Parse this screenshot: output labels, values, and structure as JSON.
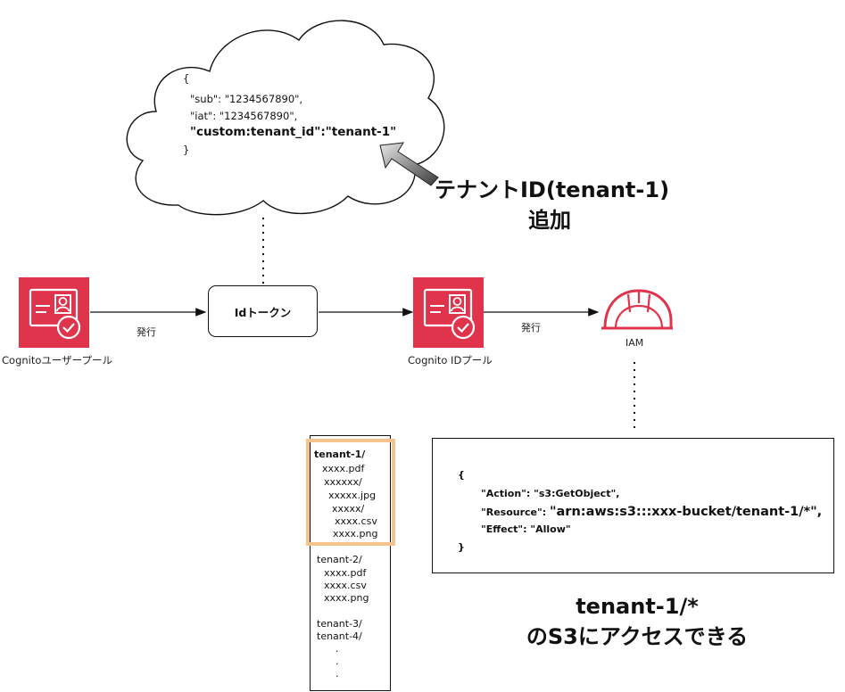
{
  "token_json": {
    "open_brace": "{",
    "sub_line": "\"sub\": \"1234567890\",",
    "iat_line": "\"iat\": \"1234567890\",",
    "tenant_line": "\"custom:tenant_id\":\"tenant-1\"",
    "close_brace": "}"
  },
  "callout": {
    "line1": "テナントID(tenant-1)",
    "line2": "追加"
  },
  "nodes": {
    "user_pool_label": "Cognitoユーザープール",
    "id_token_label": "Idトークン",
    "id_pool_label": "Cognito IDプール",
    "iam_label": "IAM"
  },
  "edges": {
    "issue_label_1": "発行",
    "issue_label_2": "発行"
  },
  "files": {
    "tenant1_group": [
      "tenant-1/",
      "xxxx.pdf",
      "xxxxxx/",
      "xxxxx.jpg",
      "xxxxx/",
      "xxxx.csv",
      "xxxx.png"
    ],
    "tenant2_group": [
      "tenant-2/",
      "xxxx.pdf",
      "xxxx.csv",
      "xxxx.png"
    ],
    "more": [
      "tenant-3/",
      "tenant-4/",
      ".",
      ".",
      "."
    ]
  },
  "policy": {
    "open_brace": "{",
    "action_key": "\"Action\"",
    "action_val": ": \"s3:GetObject\",",
    "resource_key": "\"Resource\"",
    "resource_val": "\"arn:aws:s3:::xxx-bucket/tenant-1/*\",",
    "effect_line": "\"Effect\": \"Allow\"",
    "close_brace": "}"
  },
  "conclusion": {
    "line1": "tenant-1/*",
    "line2": "のS3にアクセスできる"
  },
  "colors": {
    "cognito_red": "#e0344d",
    "iam_red": "#e0344d",
    "highlight_orange": "#f5c48e"
  }
}
